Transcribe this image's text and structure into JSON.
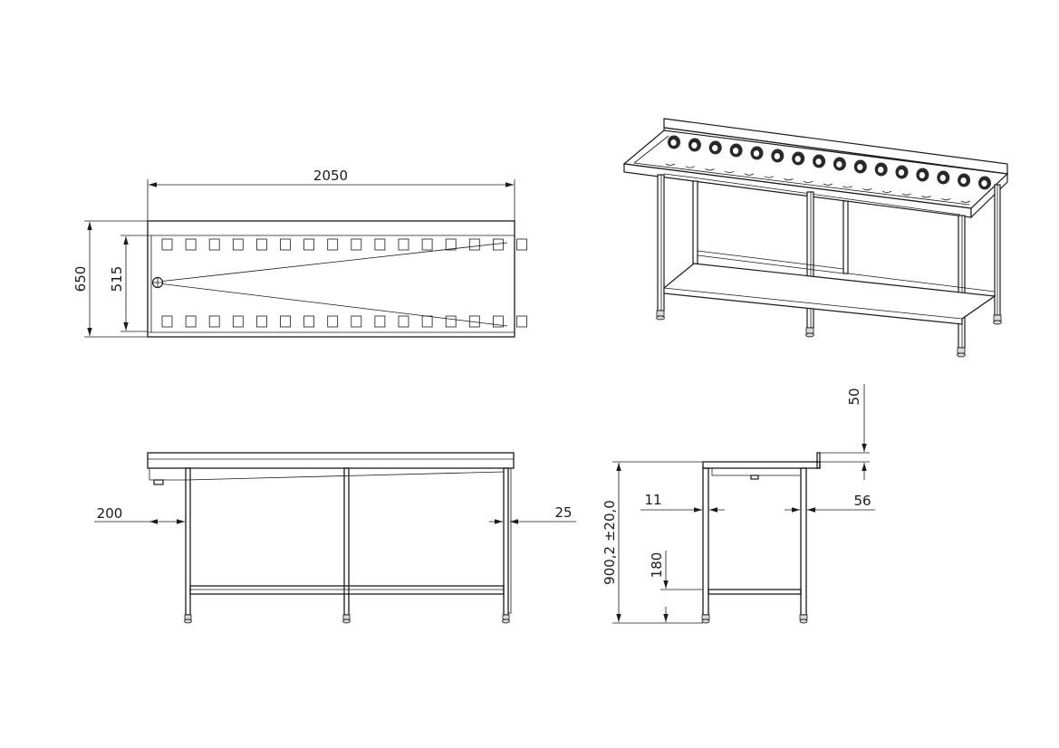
{
  "drawing": {
    "top_view": {
      "width_label": "2050",
      "depth_label": "650",
      "inner_depth_label": "515",
      "slot_count": 16
    },
    "front_view": {
      "leg_offset_label": "200",
      "leg_width_label": "25"
    },
    "side_view": {
      "backsplash_label": "50",
      "left_tube_label": "11",
      "right_tube_label": "56",
      "height_label": "900,2 ±20,0",
      "shelf_height_label": "180"
    },
    "iso_view": {
      "roller_count": 16
    }
  }
}
